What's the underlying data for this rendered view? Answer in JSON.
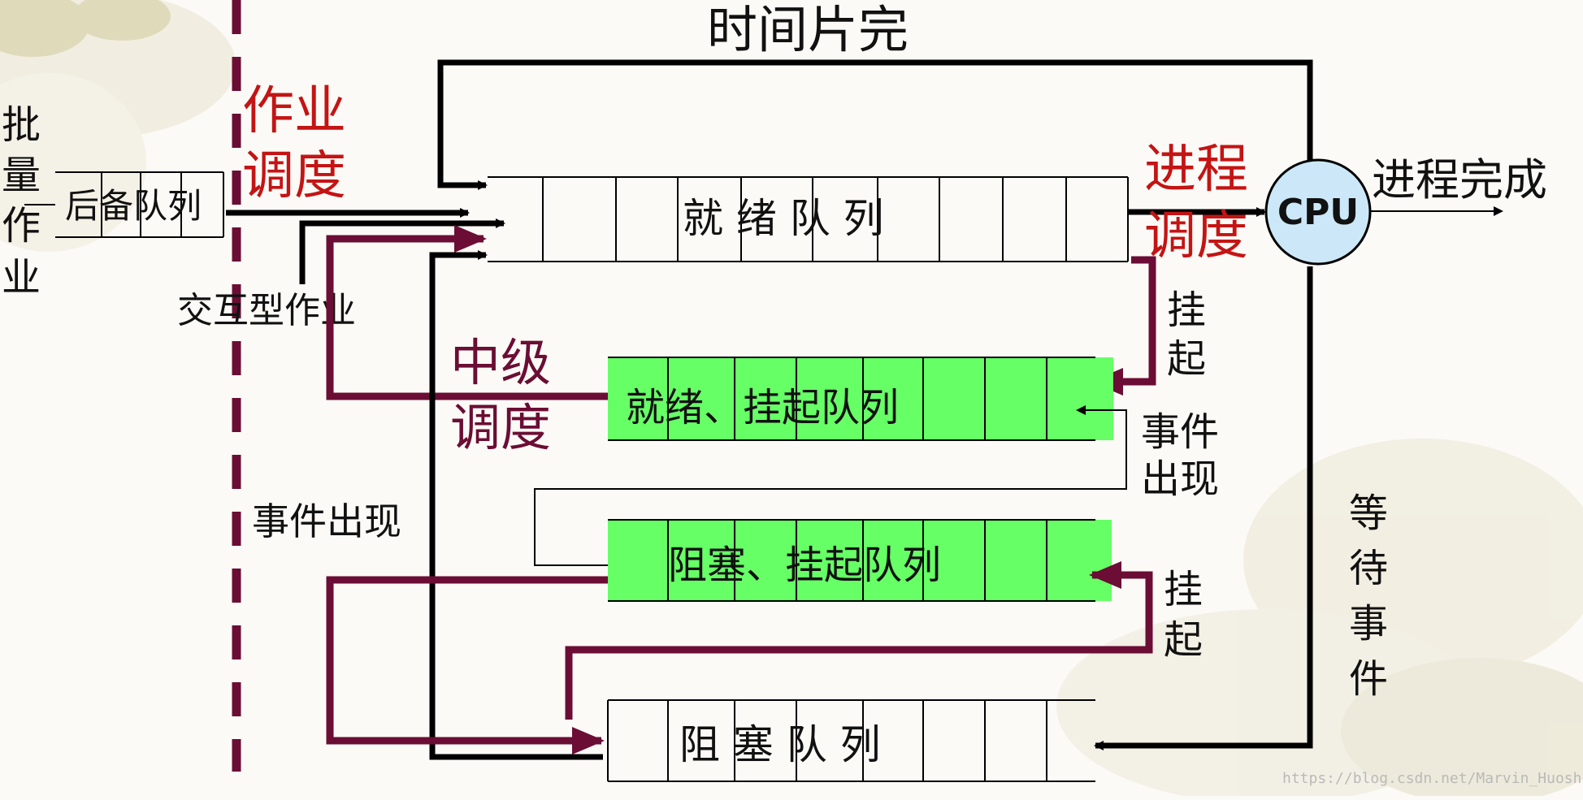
{
  "title": "时间片完",
  "batch_job": {
    "label_chars": [
      "批",
      "量",
      "作",
      "业"
    ],
    "backup_queue_label": "后备队列"
  },
  "job_scheduling": {
    "line1": "作业",
    "line2": "调度"
  },
  "interactive_job": "交互型作业",
  "ready_queue": "就 绪 队 列",
  "process_scheduling": {
    "line1": "进程",
    "line2": "调度"
  },
  "cpu": "CPU",
  "process_complete": "进程完成",
  "suspend_top": {
    "line1": "挂",
    "line2": "起"
  },
  "mid_scheduling": {
    "line1": "中级",
    "line2": "调度"
  },
  "ready_suspend_queue": "就绪、挂起队列",
  "event_occurs_right": {
    "line1": "事件",
    "line2": "出现"
  },
  "event_occurs_left": "事件出现",
  "blocked_suspend_queue": "阻塞、挂起队列",
  "suspend_bottom": {
    "line1": "挂",
    "line2": "起"
  },
  "wait_event_chars": [
    "等",
    "待",
    "事",
    "件"
  ],
  "blocked_queue": "阻 塞 队 列",
  "watermark": "https://blog.csdn.net/Marvin_Huoshan",
  "colors": {
    "background": "#fbfaf6",
    "green_queue": "#66ff66",
    "red_text": "#c41414",
    "maroon": "#6b0d34",
    "cpu_fill": "#cce8f8",
    "dashed_line": "#6b0d34"
  }
}
